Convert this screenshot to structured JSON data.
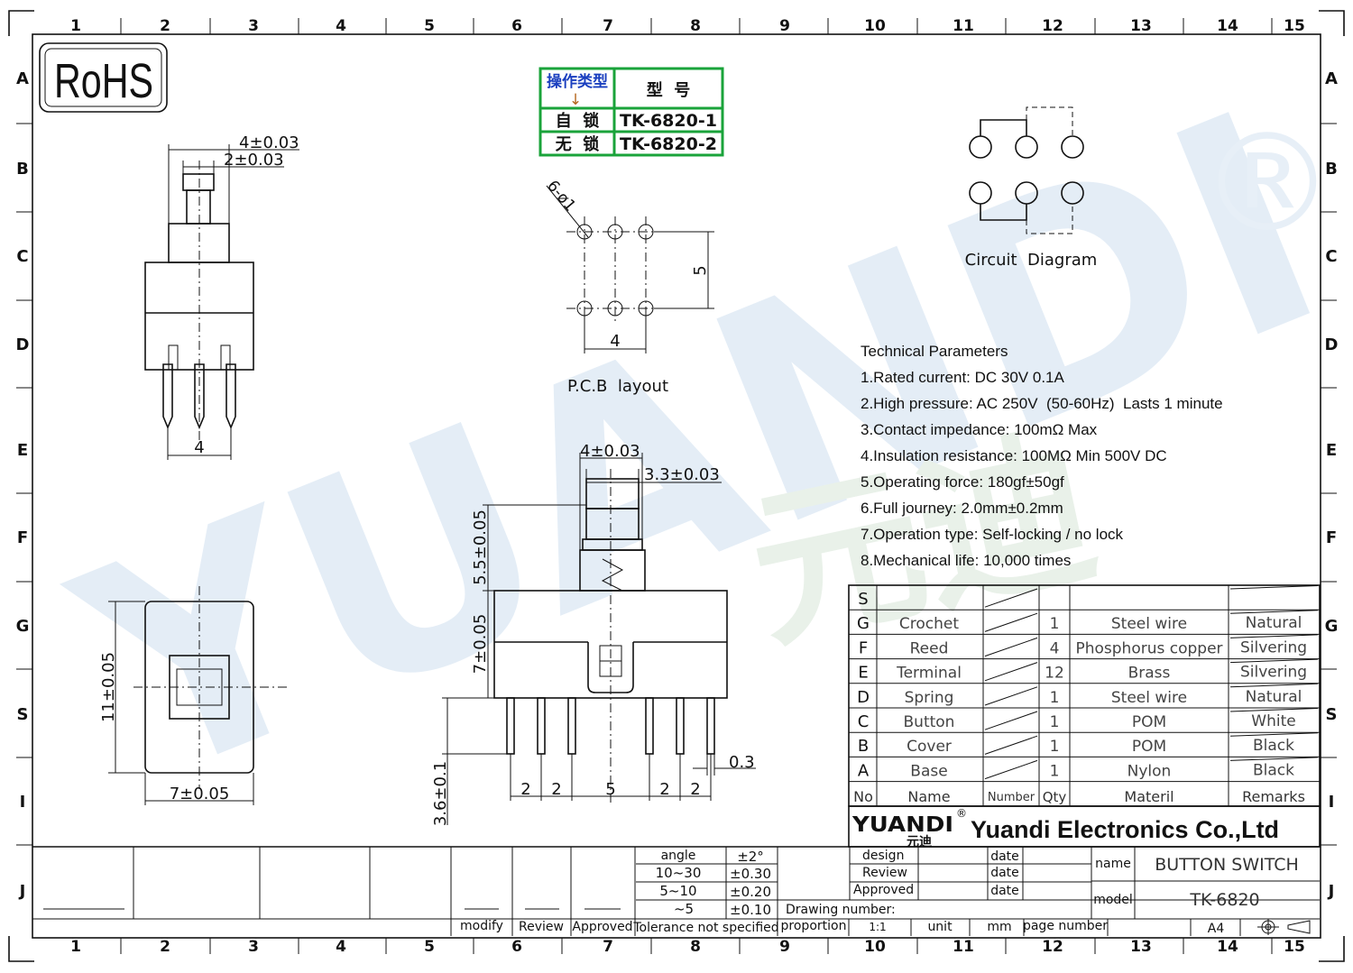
{
  "frame": {
    "columns": [
      "1",
      "2",
      "3",
      "4",
      "5",
      "6",
      "7",
      "8",
      "9",
      "10",
      "11",
      "12",
      "13",
      "14",
      "15"
    ],
    "rows": [
      "A",
      "B",
      "C",
      "D",
      "E",
      "F",
      "G",
      "S",
      "I",
      "J"
    ]
  },
  "rohs": "RoHS",
  "watermark": {
    "text": "YUANDI",
    "cn": "元迪",
    "reg": "®"
  },
  "model_table": {
    "header_type": "操作类型",
    "header_model": "型  号",
    "rows": [
      {
        "type": "自  锁",
        "model": "TK-6820-1"
      },
      {
        "type": "无  锁",
        "model": "TK-6820-2"
      }
    ]
  },
  "side_view": {
    "dim_top1": "4±0.03",
    "dim_top2": "2±0.03",
    "dim_pitch": "4"
  },
  "pcb": {
    "hole_label": "6-ø1",
    "dim_v": "5",
    "dim_h": "4",
    "label": "P.C.B  layout"
  },
  "circuit": {
    "label": "Circuit  Diagram"
  },
  "bottom_view": {
    "dim_h": "11±0.05",
    "dim_w": "7±0.05"
  },
  "front_view": {
    "dim_top1": "4±0.03",
    "dim_top2": "3.3±0.03",
    "dim_v1": "5.5±0.05",
    "dim_v2": "7±0.05",
    "dim_v3": "3.6±0.1",
    "dim_pin": "0.3",
    "bottom_dims": [
      "2",
      "2",
      "5",
      "2",
      "2"
    ]
  },
  "tech": {
    "title": "Technical Parameters",
    "items": [
      "1.Rated current: DC 30V 0.1A",
      "2.High pressure: AC 250V  (50-60Hz)  Lasts 1 minute",
      "3.Contact impedance: 100mΩ Max",
      "4.Insulation resistance: 100MΩ Min 500V DC",
      "5.Operating force: 180gf±50gf",
      "6.Full journey: 2.0mm±0.2mm",
      "7.Operation type: Self-locking / no lock",
      "8.Mechanical life: 10,000 times"
    ]
  },
  "bom": {
    "rows": [
      {
        "no": "S",
        "name": "",
        "qty": "",
        "material": "",
        "remarks": ""
      },
      {
        "no": "G",
        "name": "Crochet",
        "qty": "1",
        "material": "Steel wire",
        "remarks": "Natural"
      },
      {
        "no": "F",
        "name": "Reed",
        "qty": "4",
        "material": "Phosphorus copper",
        "remarks": "Silvering"
      },
      {
        "no": "E",
        "name": "Terminal",
        "qty": "12",
        "material": "Brass",
        "remarks": "Silvering"
      },
      {
        "no": "D",
        "name": "Spring",
        "qty": "1",
        "material": "Steel wire",
        "remarks": "Natural"
      },
      {
        "no": "C",
        "name": "Button",
        "qty": "1",
        "material": "POM",
        "remarks": "White"
      },
      {
        "no": "B",
        "name": "Cover",
        "qty": "1",
        "material": "POM",
        "remarks": "Black"
      },
      {
        "no": "A",
        "name": "Base",
        "qty": "1",
        "material": "Nylon",
        "remarks": "Black"
      }
    ],
    "headers": {
      "no": "No",
      "name": "Name",
      "number": "Number",
      "qty": "Qty",
      "material": "Materil",
      "remarks": "Remarks"
    }
  },
  "company": {
    "logo": "YUANDI",
    "logo_cn": "元迪",
    "reg": "®",
    "name": "Yuandi Electronics Co.,Ltd"
  },
  "title_block": {
    "tolerance": [
      {
        "label": "angle",
        "value": "±2°"
      },
      {
        "label": "10~30",
        "value": "±0.30"
      },
      {
        "label": "5~10",
        "value": "±0.20"
      },
      {
        "label": "~5",
        "value": "±0.10"
      }
    ],
    "tolerance_caption": "Tolerance not specified",
    "modify": "modify",
    "review": "Review",
    "approved": "Approved",
    "design": "design",
    "review2": "Review",
    "approved2": "Approved",
    "date": "date",
    "name_label": "name",
    "name_value": "BUTTON SWITCH",
    "model_label": "model",
    "model_value": "TK-6820",
    "drawing_number": "Drawing number:",
    "proportion": "proportion",
    "scale": "1:1",
    "unit": "unit",
    "mm": "mm",
    "page_number": "page number",
    "sheet_size": "A4"
  },
  "colors": {
    "watermark": "#cfe0f0",
    "table_green": "#1aa33a",
    "arrow": "#b5651d",
    "header_blue": "#1a3fbf"
  }
}
